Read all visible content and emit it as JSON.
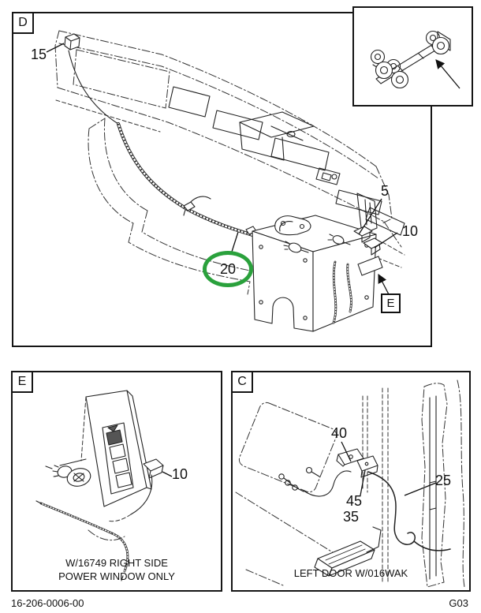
{
  "page": {
    "footer_left": "16-206-0006-00",
    "footer_right": "G03",
    "highlight_color": "#2aa13c",
    "line_color": "#1a1a1a"
  },
  "panel_d": {
    "label": "D",
    "callouts": {
      "c15": "15",
      "c5": "5",
      "c10": "10",
      "c20": "20",
      "ref_e": "E"
    }
  },
  "inset": {
    "name": "truck-chassis-locator"
  },
  "panel_e": {
    "label": "E",
    "callouts": {
      "c10": "10"
    },
    "caption_line1": "W/16749 RIGHT SIDE",
    "caption_line2": "POWER WINDOW ONLY"
  },
  "panel_c": {
    "label": "C",
    "callouts": {
      "c40": "40",
      "c45": "45",
      "c35": "35",
      "c25": "25"
    },
    "caption": "LEFT DOOR W/016WAK"
  }
}
